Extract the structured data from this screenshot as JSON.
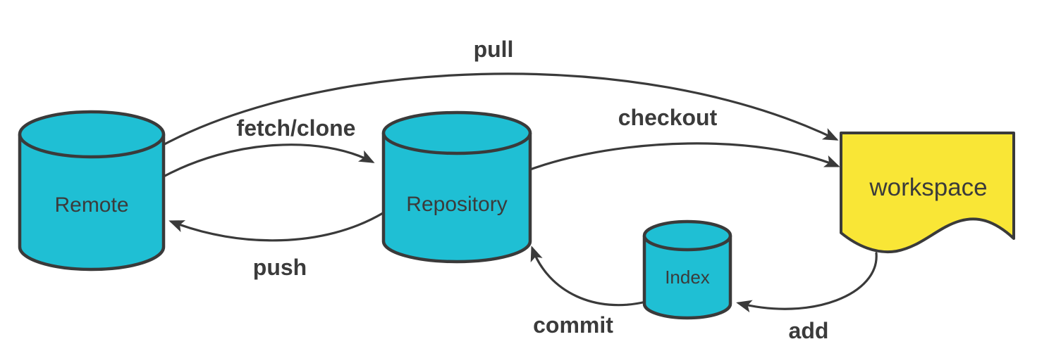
{
  "diagram": {
    "nodes": [
      {
        "id": "remote",
        "label": "Remote",
        "shape": "cylinder"
      },
      {
        "id": "repository",
        "label": "Repository",
        "shape": "cylinder"
      },
      {
        "id": "index",
        "label": "Index",
        "shape": "cylinder"
      },
      {
        "id": "workspace",
        "label": "workspace",
        "shape": "document"
      }
    ],
    "edges": [
      {
        "label": "pull",
        "from": "remote",
        "to": "workspace"
      },
      {
        "label": "fetch/clone",
        "from": "remote",
        "to": "repository"
      },
      {
        "label": "checkout",
        "from": "repository",
        "to": "workspace"
      },
      {
        "label": "push",
        "from": "repository",
        "to": "remote"
      },
      {
        "label": "commit",
        "from": "index",
        "to": "repository"
      },
      {
        "label": "add",
        "from": "workspace",
        "to": "index"
      }
    ],
    "colors": {
      "cylinder_fill": "#1fbfd4",
      "document_fill": "#f9e636",
      "outline": "#3a3a3a",
      "text": "#3b3b3b",
      "background": "#ffffff"
    }
  }
}
